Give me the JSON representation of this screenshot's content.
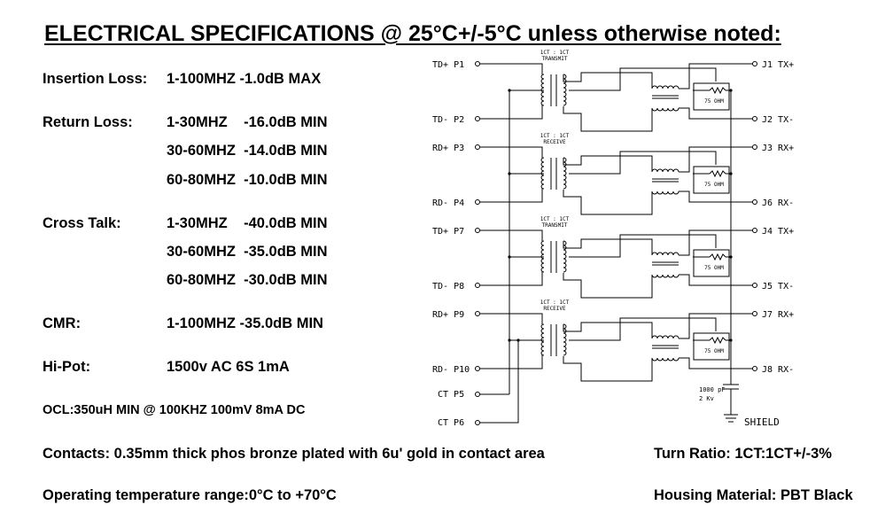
{
  "title": "ELECTRICAL SPECIFICATIONS @ 25°C+/-5°C unless otherwise noted:",
  "specs": {
    "insertion_loss": {
      "label": "Insertion Loss:",
      "rows": [
        "1-100MHZ  -1.0dB MAX"
      ]
    },
    "return_loss": {
      "label": "Return Loss:",
      "rows": [
        "1-30MHZ    -16.0dB MIN",
        "30-60MHZ  -14.0dB MIN",
        "60-80MHZ  -10.0dB MIN"
      ]
    },
    "cross_talk": {
      "label": "Cross Talk:",
      "rows": [
        "1-30MHZ    -40.0dB MIN",
        "30-60MHZ  -35.0dB MIN",
        "60-80MHZ  -30.0dB MIN"
      ]
    },
    "cmr": {
      "label": "CMR:",
      "rows": [
        "1-100MHZ  -35.0dB MIN"
      ]
    },
    "hipot": {
      "label": "Hi-Pot:",
      "rows": [
        "1500v AC 6S 1mA"
      ]
    },
    "ocl": "OCL:350uH MIN @ 100KHZ 100mV 8mA DC"
  },
  "footer": {
    "contacts": "Contacts: 0.35mm thick phos bronze plated with 6u' gold in contact area",
    "temperature": "Operating temperature range:0°C to +70°C",
    "turn_ratio": "Turn Ratio: 1CT:1CT+/-3%",
    "housing": "Housing Material: PBT Black"
  },
  "schematic": {
    "channels": [
      {
        "in_top": "TD+ P1",
        "in_bot": "TD- P2",
        "out_top": "J1 TX+",
        "out_bot": "J2 TX-",
        "ratio": "1CT : 1CT",
        "kind": "TRANSMIT",
        "resistor": "75 OHM"
      },
      {
        "in_top": "RD+ P3",
        "in_bot": "RD- P4",
        "out_top": "J3 RX+",
        "out_bot": "J6 RX-",
        "ratio": "1CT : 1CT",
        "kind": "RECEIVE",
        "resistor": "75 OHM"
      },
      {
        "in_top": "TD+ P7",
        "in_bot": "TD- P8",
        "out_top": "J4 TX+",
        "out_bot": "J5 TX-",
        "ratio": "1CT : 1CT",
        "kind": "TRANSMIT",
        "resistor": "75 OHM"
      },
      {
        "in_top": "RD+ P9",
        "in_bot": "RD- P10",
        "out_top": "J7 RX+",
        "out_bot": "J8 RX-",
        "ratio": "1CT : 1CT",
        "kind": "RECEIVE",
        "resistor": "75 OHM"
      }
    ],
    "ct_pins": [
      "CT P5",
      "CT P6"
    ],
    "capacitor": [
      "1000 pF",
      "2 Kv"
    ],
    "shield": "SHIELD"
  }
}
